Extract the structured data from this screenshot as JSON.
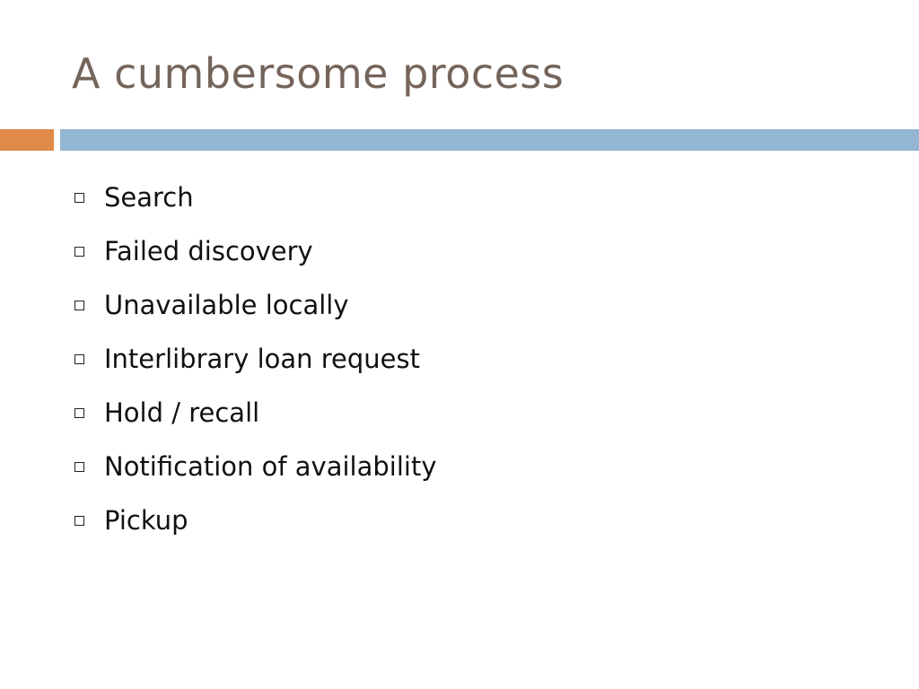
{
  "slide": {
    "title": "A cumbersome process",
    "bullets": [
      "Search",
      "Failed discovery",
      "Unavailable locally",
      "Interlibrary loan request",
      "Hold / recall",
      "Notification of availability",
      "Pickup"
    ]
  },
  "colors": {
    "title_text": "#74645a",
    "accent_bar": "#e08a47",
    "header_bar": "#93b6d2",
    "body_text": "#111111"
  },
  "icons": {
    "bullet_marker": "square-outline-icon"
  }
}
